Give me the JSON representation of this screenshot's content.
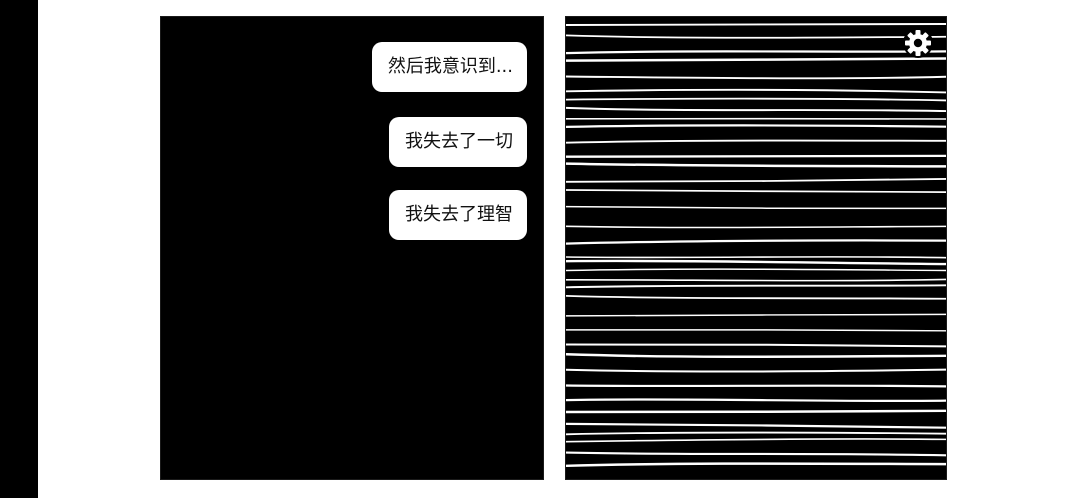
{
  "messages": [
    {
      "text": "然后我意识到..."
    },
    {
      "text": "我失去了一切"
    },
    {
      "text": "我失去了理智"
    }
  ],
  "settings": {
    "icon": "gear-icon"
  },
  "colors": {
    "background": "#000000",
    "bubble": "#ffffff",
    "text": "#111111",
    "page": "#ffffff"
  }
}
